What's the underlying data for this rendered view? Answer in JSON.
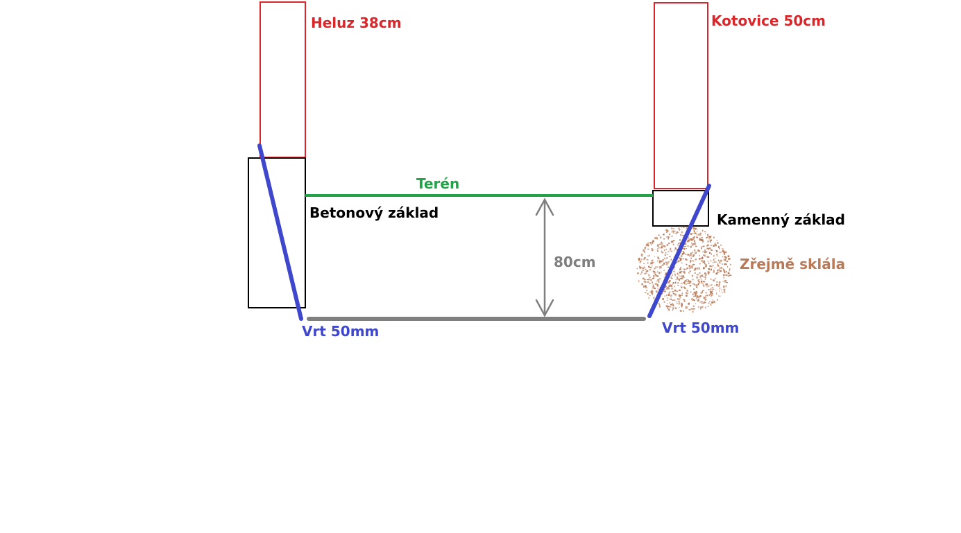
{
  "labels": {
    "wall_left": "Heluz 38cm",
    "wall_right": "Kotovice 50cm",
    "terrain": "Terén",
    "foundation_left": "Betonový základ",
    "foundation_right": "Kamenný základ",
    "rock": "Zřejmě sklála",
    "depth": "80cm",
    "drill_left": "Vrt 50mm",
    "drill_right": "Vrt 50mm"
  },
  "colors": {
    "wall": "#d9262b",
    "foundation": "#000000",
    "terrain": "#22a348",
    "drill": "#3f48cc",
    "depth": "#7f7f7f",
    "rock": "#b97a57"
  }
}
